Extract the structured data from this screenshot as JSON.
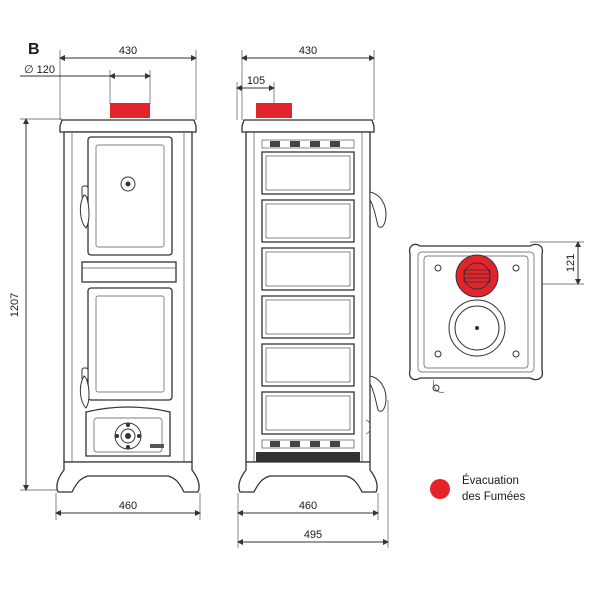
{
  "figure_label": "B",
  "dimensions": {
    "front_width": "430",
    "flue_diameter": "∅ 120",
    "height": "1207",
    "front_base_width": "460",
    "side_width": "430",
    "flue_offset": "105",
    "side_base_width": "460",
    "side_total_depth": "495",
    "top_flue_offset": "121"
  },
  "legend": {
    "line1": "Évacuation",
    "line2": "des Fumées"
  },
  "colors": {
    "flue": "#e3242b",
    "line": "#333333"
  }
}
